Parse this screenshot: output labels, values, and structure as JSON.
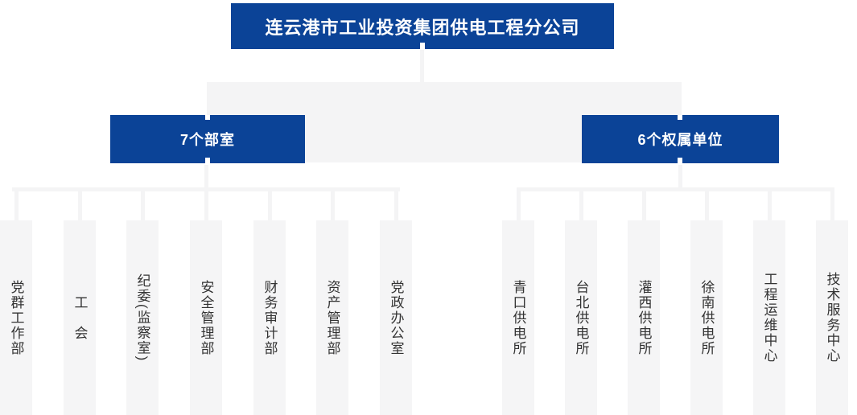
{
  "colors": {
    "primary_blue": "#0b4397",
    "connector_gray": "#f4f4f5",
    "bar_gray": "#f5f5f6",
    "label_text": "#333333",
    "box_text": "#ffffff"
  },
  "org_chart": {
    "root": {
      "label": "连云港市工业投资集团供电工程分公司"
    },
    "groups": [
      {
        "label": "7个部室",
        "children": [
          {
            "label": "党群工作部"
          },
          {
            "label": "工　会"
          },
          {
            "label": "纪委(监察室)"
          },
          {
            "label": "安全管理部"
          },
          {
            "label": "财务审计部"
          },
          {
            "label": "资产管理部"
          },
          {
            "label": "党政办公室"
          }
        ]
      },
      {
        "label": "6个权属单位",
        "children": [
          {
            "label": "青口供电所"
          },
          {
            "label": "台北供电所"
          },
          {
            "label": "灌西供电所"
          },
          {
            "label": "徐南供电所"
          },
          {
            "label": "工程运维中心"
          },
          {
            "label": "技术服务中心"
          }
        ]
      }
    ]
  }
}
